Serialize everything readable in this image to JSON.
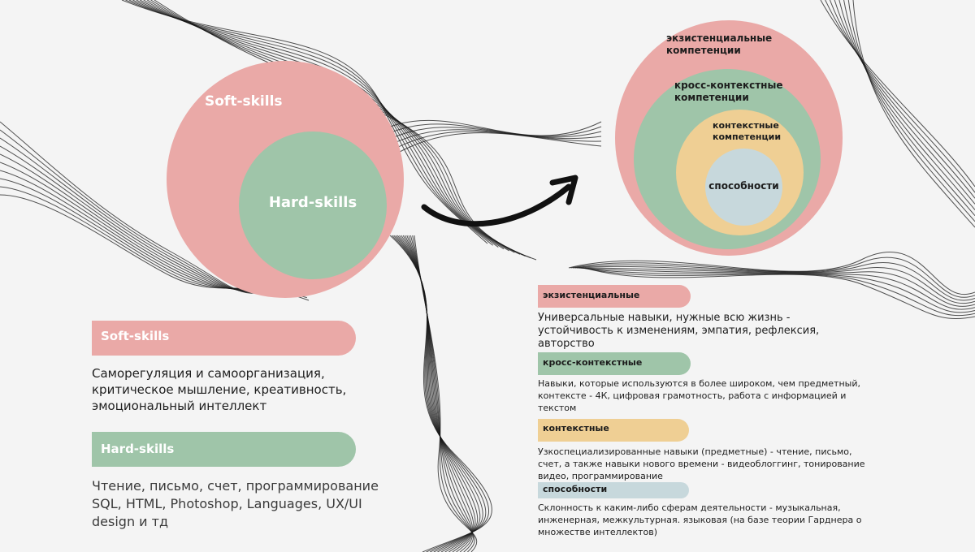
{
  "left_diagram": {
    "outer_label": "Soft-skills",
    "inner_label": "Hard-skills"
  },
  "right_diagram": {
    "ring1_label": "экзистенциальные компетенции",
    "ring2_label": "кросс-контекстные компетенции",
    "ring3_label": "контекстные компетенции",
    "core_label": "способности"
  },
  "left_legend": [
    {
      "title": "Soft-skills",
      "text": "Саморегуляция и самоорганизация, критическое мышление, креативность, эмоциональный интеллект"
    },
    {
      "title": "Hard-skills",
      "text": "Чтение, письмо, счет, программирование SQL, HTML, Photoshop, Languages, UX/UI design и тд"
    }
  ],
  "right_legend": [
    {
      "title": "экзистенциальные",
      "text": "Универсальные навыки, нужные всю жизнь - устойчивость к изменениям, эмпатия, рефлексия, авторство"
    },
    {
      "title": "кросс-контекстные",
      "text": "Навыки, которые используются в более широком, чем предметный, контексте - 4К, цифровая грамотность, работа с информацией и текстом"
    },
    {
      "title": "контекстные",
      "text": "Узкоспециализированные навыки (предметные) - чтение, письмо, счет, а также навыки нового времени - видеоблоггинг, тонирование видео, программирование"
    },
    {
      "title": "способности",
      "text": "Склонность к каким-либо сферам деятельности - музыкальная, инженерная, межкультурная. языковая (на базе теории Гарднера о множестве интеллектов)"
    }
  ],
  "colors": {
    "pink": "#eaa9a7",
    "green": "#9fc5a9",
    "yellow": "#efcf94",
    "blue": "#c7d8dc",
    "background": "#f4f4f4"
  },
  "icons": {
    "arrow": "curved-arrow-right-icon"
  }
}
